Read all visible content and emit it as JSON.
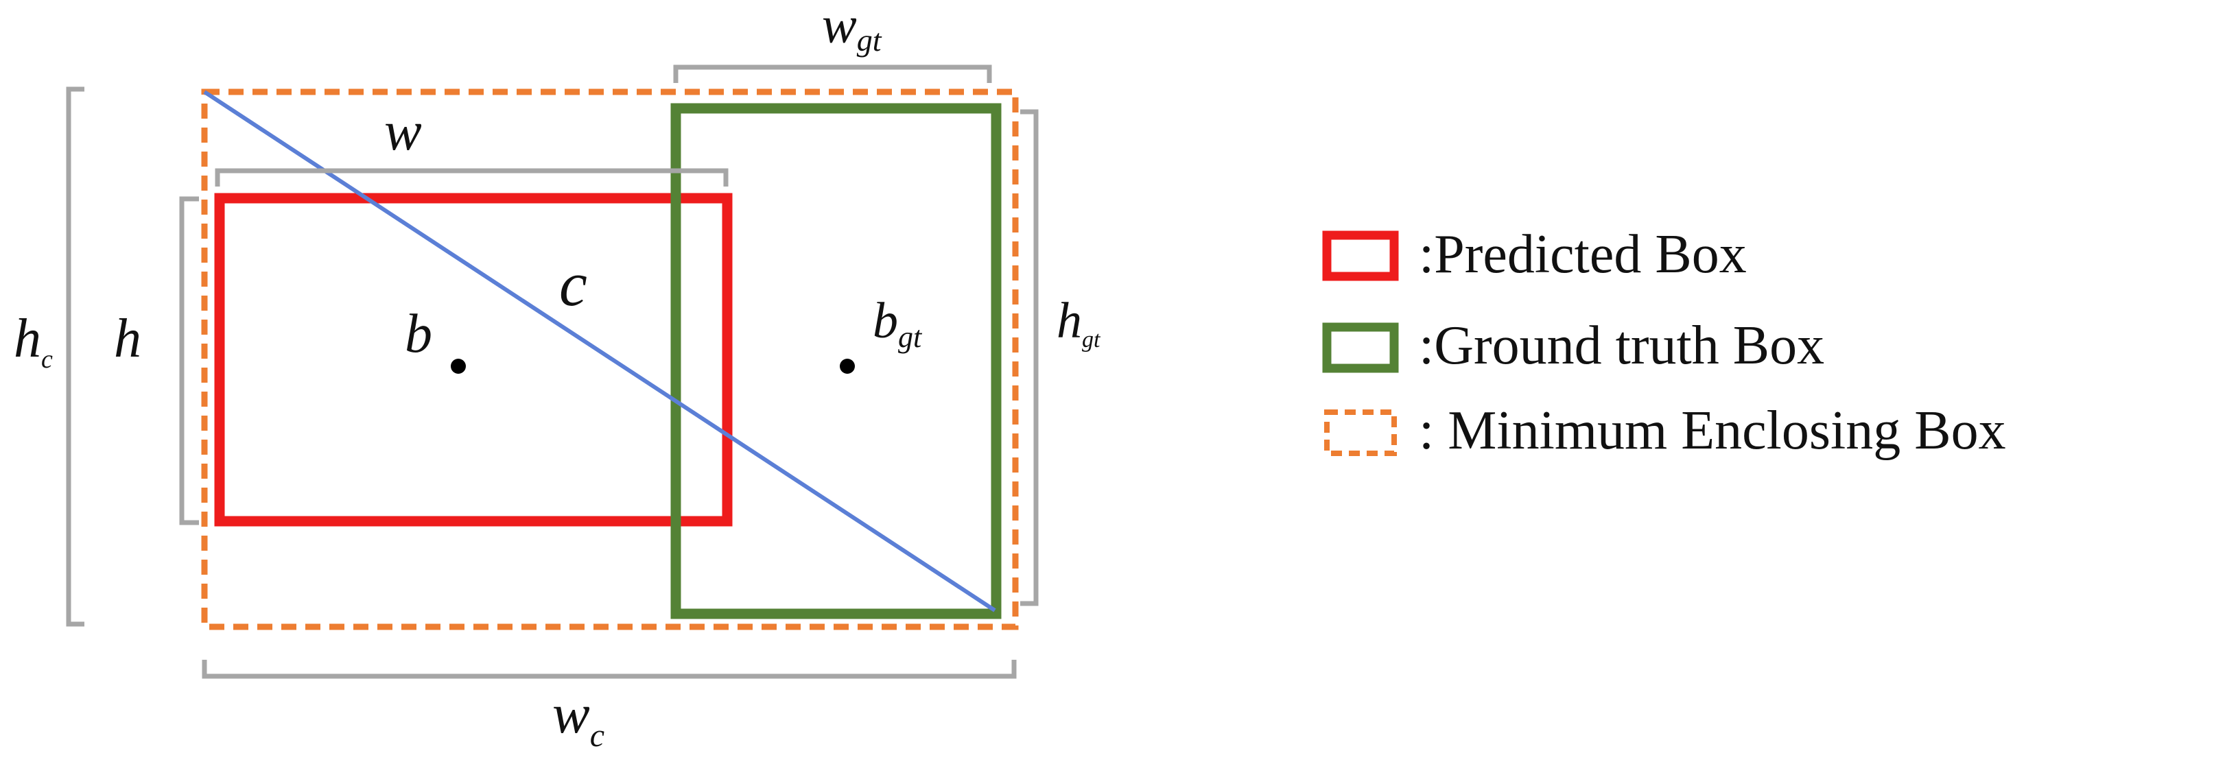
{
  "labels": {
    "w_gt": {
      "base": "w",
      "sub": "gt"
    },
    "w": {
      "base": "w"
    },
    "h_c": {
      "base": "h",
      "sub": "c"
    },
    "h": {
      "base": "h"
    },
    "b": {
      "base": "b"
    },
    "c": {
      "base": "c"
    },
    "b_gt": {
      "base": "b",
      "sub": "gt"
    },
    "h_gt": {
      "base": "h",
      "sub": "gt"
    },
    "w_c": {
      "base": "w",
      "sub": "c"
    }
  },
  "legend": {
    "items": [
      {
        "label": ":Predicted Box",
        "color": "#ee1c1c",
        "style": "solid"
      },
      {
        "label": ":Ground truth Box",
        "color": "#548235",
        "style": "solid"
      },
      {
        "label": ": Minimum Enclosing Box",
        "color": "#ed7d31",
        "style": "dashed"
      }
    ]
  },
  "colors": {
    "predicted_box": "#ee1c1c",
    "ground_truth_box": "#548235",
    "enclosing_box": "#ed7d31",
    "diagonal": "#5b7fd6",
    "bracket": "#a6a6a6",
    "center_point": "#000000"
  }
}
